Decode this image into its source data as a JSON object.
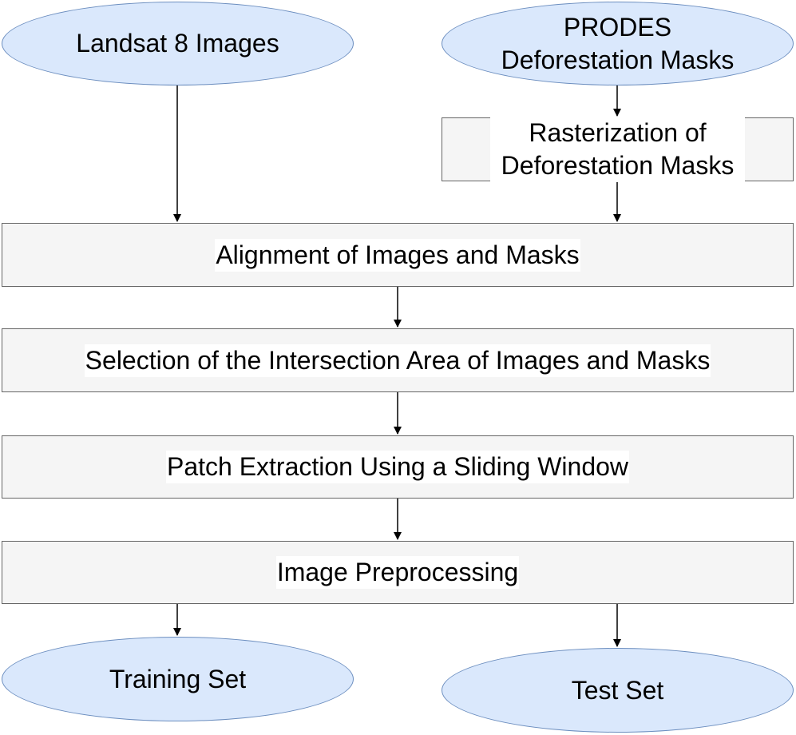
{
  "nodes": {
    "landsat": "Landsat 8 Images",
    "prodes": "PRODES Deforestation Masks",
    "rasterization": "Rasterization of Deforestation Masks",
    "alignment": "Alignment of Images and Masks",
    "selection": "Selection of the Intersection Area of Images and Masks",
    "patch": "Patch Extraction Using a Sliding Window",
    "preprocessing": "Image Preprocessing",
    "training": "Training Set",
    "test": "Test Set"
  },
  "colors": {
    "terminal_fill": "#dae8fc",
    "terminal_border": "#6c8ebf",
    "process_fill": "#f5f5f5",
    "process_border": "#666666",
    "arrow": "#000000"
  },
  "edges": [
    {
      "from": "landsat",
      "to": "alignment"
    },
    {
      "from": "prodes",
      "to": "rasterization"
    },
    {
      "from": "rasterization",
      "to": "alignment"
    },
    {
      "from": "alignment",
      "to": "selection"
    },
    {
      "from": "selection",
      "to": "patch"
    },
    {
      "from": "patch",
      "to": "preprocessing"
    },
    {
      "from": "preprocessing",
      "to": "training"
    },
    {
      "from": "preprocessing",
      "to": "test"
    }
  ]
}
